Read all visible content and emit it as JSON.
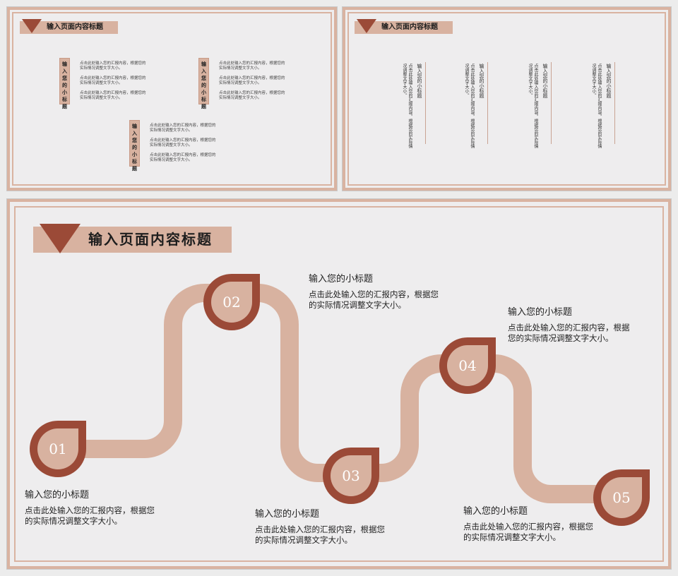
{
  "title": "输入页面内容标题",
  "subtitle_vertical": "输入您的小标题",
  "slide1": {
    "blocks": [
      {
        "label": "输入您的小标题",
        "paragraphs": [
          "点击此处输入您的汇报内容，根据您的实际情况调整文字大小。",
          "点击此处输入您的汇报内容，根据您的实际情况调整文字大小。",
          "点击此处输入您的汇报内容，根据您的实际情况调整文字大小。"
        ]
      },
      {
        "label": "输入您的小标题",
        "paragraphs": [
          "点击此处输入您的汇报内容，根据您的实际情况调整文字大小。",
          "点击此处输入您的汇报内容，根据您的实际情况调整文字大小。",
          "点击此处输入您的汇报内容，根据您的实际情况调整文字大小。"
        ]
      },
      {
        "label": "输入您的小标题",
        "paragraphs": [
          "点击此处输入您的汇报内容，根据您的实际情况调整文字大小。",
          "点击此处输入您的汇报内容，根据您的实际情况调整文字大小。",
          "点击此处输入您的汇报内容，根据您的实际情况调整文字大小。"
        ]
      }
    ]
  },
  "slide2": {
    "columns": [
      {
        "title": "输入您的小标题",
        "desc": "点击此处输入您的汇报内容，根据您的实际情况调整文字大小。"
      },
      {
        "title": "输入您的小标题",
        "desc": "点击此处输入您的汇报内容，根据您的实际情况调整文字大小。"
      },
      {
        "title": "输入您的小标题",
        "desc": "点击此处输入您的汇报内容，根据您的实际情况调整文字大小。"
      },
      {
        "title": "输入您的小标题",
        "desc": "点击此处输入您的汇报内容，根据您的实际情况调整文字大小。"
      }
    ]
  },
  "slide3": {
    "steps": [
      {
        "number": "01",
        "title": "输入您的小标题",
        "desc": "点击此处输入您的汇报内容，根据您的实际情况调整文字大小。"
      },
      {
        "number": "02",
        "title": "输入您的小标题",
        "desc": "点击此处输入您的汇报内容，根据您的实际情况调整文字大小。"
      },
      {
        "number": "03",
        "title": "输入您的小标题",
        "desc": "点击此处输入您的汇报内容，根据您的实际情况调整文字大小。"
      },
      {
        "number": "04",
        "title": "输入您的小标题",
        "desc": "点击此处输入您的汇报内容，根据您的实际情况调整文字大小。"
      },
      {
        "number": "05",
        "title": "输入您的小标题",
        "desc": "点击此处输入您的汇报内容，根据您的实际情况调整文字大小。"
      }
    ]
  },
  "colors": {
    "accent": "#9b4a37",
    "light": "#d8b2a0",
    "background": "#eeedee"
  }
}
